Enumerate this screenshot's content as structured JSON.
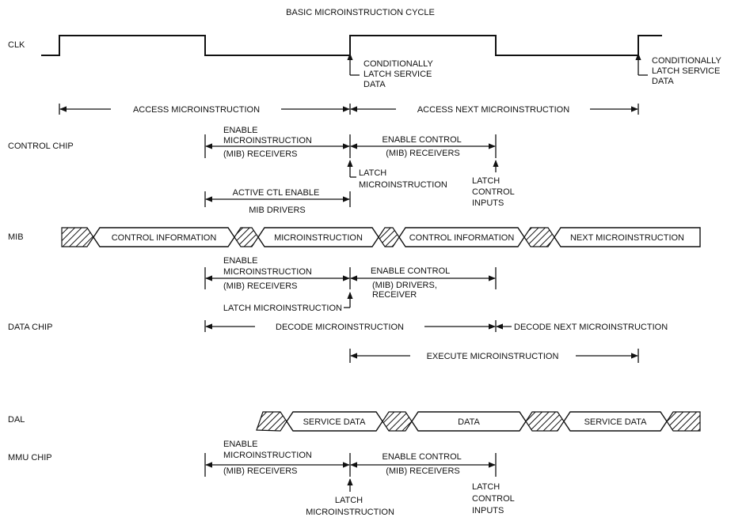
{
  "title": "BASIC MICROINSTRUCTION CYCLE",
  "rows": {
    "clk": "CLK",
    "control_chip": "CONTROL CHIP",
    "mib": "MIB",
    "data_chip": "DATA CHIP",
    "dal": "DAL",
    "mmu_chip": "MMU CHIP"
  },
  "clk": {
    "latch_1": [
      "CONDITIONALLY",
      "LATCH SERVICE",
      "DATA"
    ],
    "latch_2": [
      "CONDITIONALLY",
      "LATCH SERVICE",
      "DATA"
    ],
    "access": "ACCESS MICROINSTRUCTION",
    "access_next": "ACCESS NEXT MICROINSTRUCTION"
  },
  "control_chip": {
    "enable_micro": [
      "ENABLE",
      "MICROINSTRUCTION",
      "(MIB) RECEIVERS"
    ],
    "enable_control": [
      "ENABLE CONTROL",
      "(MIB) RECEIVERS"
    ],
    "latch_micro": [
      "LATCH",
      "MICROINSTRUCTION"
    ],
    "latch_control": [
      "LATCH",
      "CONTROL",
      "INPUTS"
    ],
    "active_ctl": [
      "ACTIVE CTL  ENABLE",
      "MIB DRIVERS"
    ]
  },
  "mib_bus": {
    "control_info_1": "CONTROL INFORMATION",
    "microinstruction": "MICROINSTRUCTION",
    "control_info_2": "CONTROL INFORMATION",
    "next_micro": "NEXT MICROINSTRUCTION"
  },
  "mib_below": {
    "enable_micro": [
      "ENABLE",
      "MICROINSTRUCTION",
      "(MIB) RECEIVERS"
    ],
    "enable_control": [
      "ENABLE CONTROL",
      "(MIB) DRIVERS,",
      "RECEIVER"
    ],
    "latch_micro": "LATCH MICROINSTRUCTION"
  },
  "data_chip": {
    "decode": "DECODE MICROINSTRUCTION",
    "decode_next": "DECODE NEXT  MICROINSTRUCTION",
    "execute": "EXECUTE MICROINSTRUCTION"
  },
  "dal_bus": {
    "service_1": "SERVICE DATA",
    "data": "DATA",
    "service_2": "SERVICE DATA"
  },
  "mmu_chip": {
    "enable_micro": [
      "ENABLE",
      "MICROINSTRUCTION",
      "(MIB) RECEIVERS"
    ],
    "enable_control": [
      "ENABLE CONTROL",
      "(MIB) RECEIVERS"
    ],
    "latch_micro": [
      "LATCH",
      "MICROINSTRUCTION"
    ],
    "latch_control": [
      "LATCH",
      "CONTROL",
      "INPUTS"
    ]
  }
}
